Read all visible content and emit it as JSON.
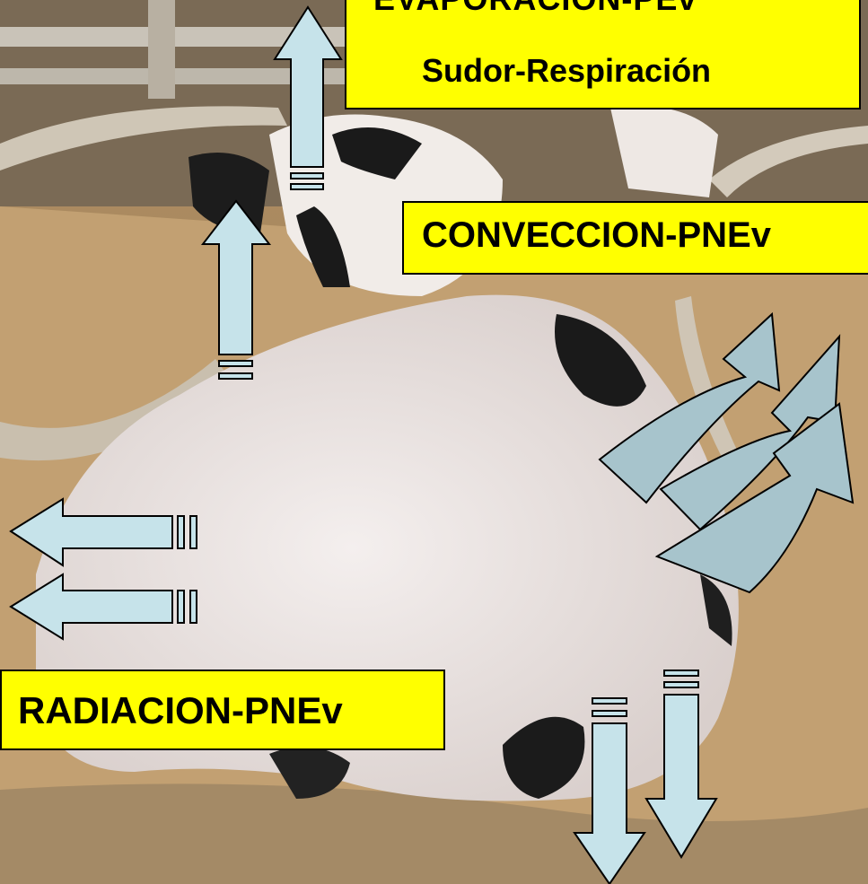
{
  "labels": {
    "evaporation_title": "EVAPORACION-PEv",
    "evaporation_subtitle": "Sudor-Respiración",
    "convection": "CONVECCION-PNEv",
    "radiation": "RADIACION-PNEv"
  },
  "colors": {
    "label_background": "#ffff00",
    "arrow_fill": "#c6e3ea",
    "curved_arrow_fill": "#a7c4cc",
    "outline": "#000000"
  },
  "arrows": {
    "up_count": 2,
    "left_count": 2,
    "down_count": 2,
    "curved_count": 3
  }
}
